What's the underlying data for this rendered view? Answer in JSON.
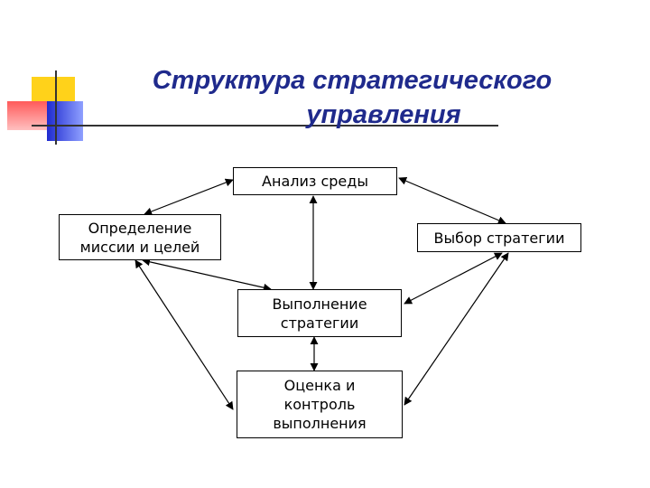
{
  "title": {
    "line1": "Структура стратегического",
    "line2": "управления"
  },
  "boxes": {
    "analysis": {
      "label": "Анализ среды"
    },
    "mission": {
      "line1": "Определение",
      "line2": "миссии и целей"
    },
    "choice": {
      "label": "Выбор стратегии"
    },
    "execution": {
      "line1": "Выполнение",
      "line2": "стратегии"
    },
    "evaluation": {
      "line1": "Оценка и",
      "line2": "контроль",
      "line3": "выполнения"
    }
  },
  "colors": {
    "title": "#1f2a8c",
    "deco_yellow": "#ffd21a",
    "deco_red": "#ff6b6b",
    "deco_blue": "#2b3bd6",
    "deco_line": "#333333"
  }
}
